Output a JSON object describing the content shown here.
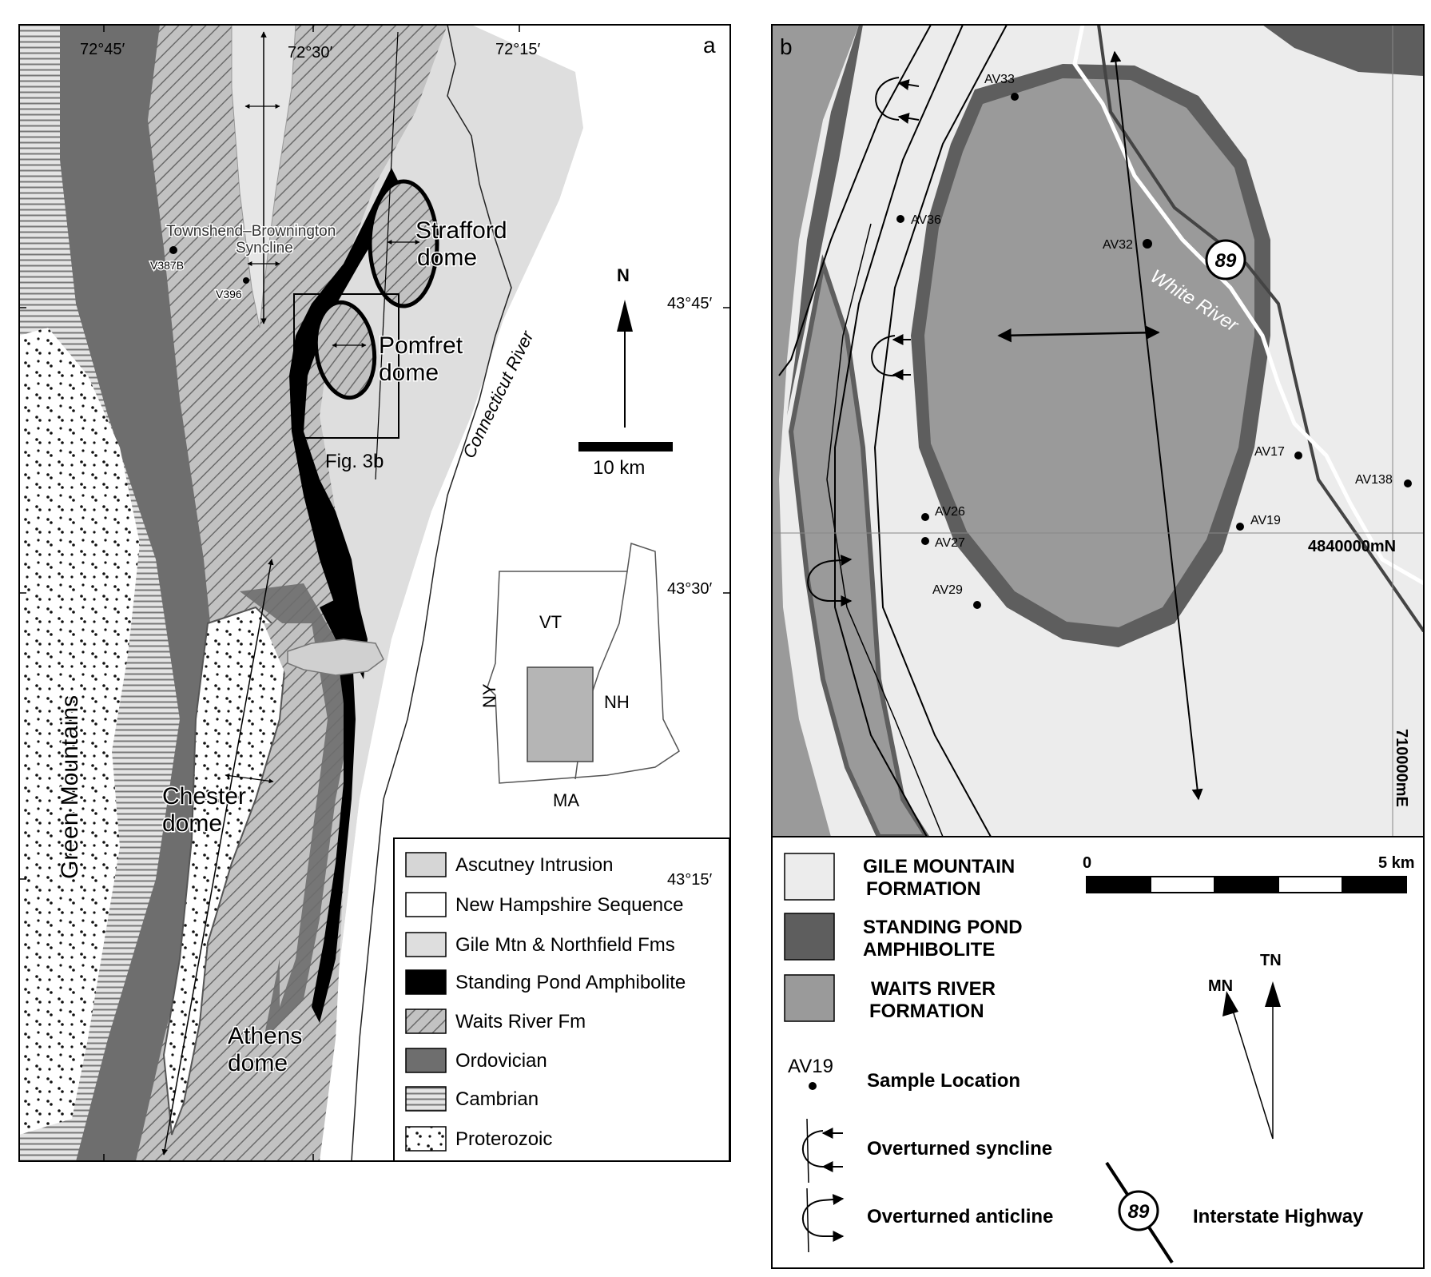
{
  "colors": {
    "gile": "#dedede",
    "nh_sequence": "#ffffff",
    "standing_pond": "#000000",
    "waits_river": "#b4b4b4",
    "ordovician": "#6e6e6e",
    "cambrian": "#c4c4c4",
    "proterozoic": "#ffffff",
    "b_gile": "#ececec",
    "b_standing_pond": "#5e5e5e",
    "b_waits": "#9a9a9a"
  },
  "panel_a": {
    "letter": "a",
    "longitudes": [
      "72°45′",
      "72°30′",
      "72°15′"
    ],
    "latitudes": [
      "43°45′",
      "43°30′",
      "43°15′"
    ],
    "labels": {
      "syncline_line1": "Townshend–Brownington",
      "syncline_line2": "Syncline",
      "v387b": "V387B",
      "v396": "V396",
      "strafford_1": "Strafford",
      "strafford_2": "dome",
      "pomfret_1": "Pomfret",
      "pomfret_2": "dome",
      "fig3b": "Fig. 3b",
      "connecticut": "Connecticut River",
      "north": "N",
      "scale": "10 km",
      "green_mountains": "Green Mountains",
      "chester_1": "Chester",
      "chester_2": "dome",
      "athens_1": "Athens",
      "athens_2": "dome"
    },
    "inset": {
      "vt": "VT",
      "nh": "NH",
      "ny": "NY",
      "ma": "MA"
    },
    "legend": [
      {
        "label": "Ascutney Intrusion",
        "swatch": "ascutney"
      },
      {
        "label": "New Hampshire Sequence",
        "swatch": "nh"
      },
      {
        "label": "Gile Mtn & Northfield Fms",
        "swatch": "gile"
      },
      {
        "label": "Standing Pond Amphibolite",
        "swatch": "standing"
      },
      {
        "label": "Waits River Fm",
        "swatch": "waits"
      },
      {
        "label": "Ordovician",
        "swatch": "ordovician"
      },
      {
        "label": "Cambrian",
        "swatch": "cambrian"
      },
      {
        "label": "Proterozoic",
        "swatch": "proterozoic"
      }
    ]
  },
  "panel_b": {
    "letter": "b",
    "samples": [
      "AV33",
      "AV36",
      "AV32",
      "AV17",
      "AV138",
      "AV26",
      "AV27",
      "AV19",
      "AV29"
    ],
    "river": "White River",
    "highway": "89",
    "northing": "4840000mN",
    "easting": "710000mE",
    "legend": {
      "gile_1": "GILE MOUNTAIN",
      "gile_2": "FORMATION",
      "sp_1": "STANDING POND",
      "sp_2": "AMPHIBOLITE",
      "wr_1": "WAITS RIVER",
      "wr_2": "FORMATION",
      "sample_example": "AV19",
      "sample_label": "Sample Location",
      "syncline_label": "Overturned syncline",
      "anticline_label": "Overturned anticline",
      "highway_label": "Interstate Highway",
      "scale_start": "0",
      "scale_end": "5 km",
      "mn": "MN",
      "tn": "TN"
    }
  }
}
